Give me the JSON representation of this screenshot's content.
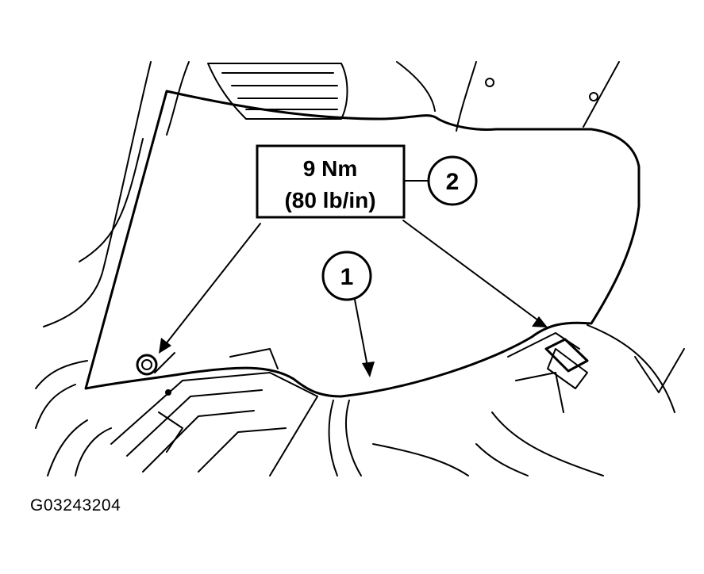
{
  "spec_box": {
    "torque_nm": "9 Nm",
    "torque_lbin": "(80 lb/in)"
  },
  "callouts": [
    {
      "number": "1"
    },
    {
      "number": "2"
    }
  ],
  "figure_id": "G03243204"
}
